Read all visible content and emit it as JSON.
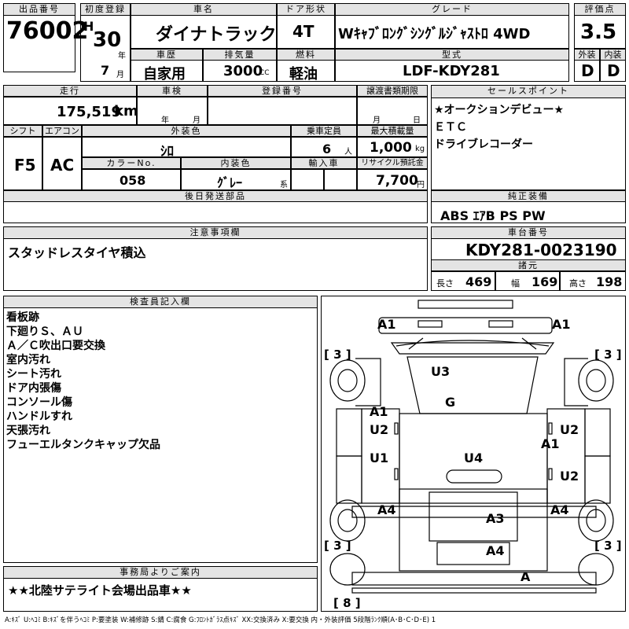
{
  "header": {
    "lot_no_label": "出品番号",
    "lot_no": "76002",
    "first_reg_label": "初度登録",
    "era": "H",
    "year": "30",
    "year_unit": "年",
    "month": "7",
    "month_unit": "月",
    "car_name_label": "車名",
    "car_name": "ダイナトラック",
    "door_label": "ドア形状",
    "door": "4T",
    "grade_label": "グレード",
    "grade": "Wｷｬﾌﾞﾛﾝｸﾞｼﾝｸﾞﾙｼﾞｬｽﾄﾛ 4WD",
    "score_label": "評価点",
    "score": "3.5",
    "ext_label": "外装",
    "ext": "D",
    "int_label": "内装",
    "int": "D",
    "history_label": "車歴",
    "history": "自家用",
    "displacement_label": "排気量",
    "displacement": "3000",
    "cc": "CC",
    "fuel_label": "燃料",
    "fuel": "軽油",
    "model_label": "型式",
    "model": "LDF-KDY281"
  },
  "row2": {
    "mileage_label": "走行",
    "mileage": "175,519",
    "km": "km",
    "inspection_label": "車検",
    "year_unit": "年",
    "month_unit": "月",
    "regno_label": "登録番号",
    "transfer_label": "譲渡書類期限",
    "day_unit": "日",
    "shift_label": "シフト",
    "shift": "F5",
    "ac_label": "エアコン",
    "ac": "AC",
    "exterior_color_label": "外装色",
    "exterior_color": "ｼﾛ",
    "capacity_label": "乗車定員",
    "capacity": "6",
    "capacity_unit": "人",
    "max_load_label": "最大積載量",
    "max_load": "1,000",
    "kg": "kg",
    "color_no_label": "カラーNo.",
    "color_no": "058",
    "interior_color_label": "内装色",
    "interior_color": "ｸﾞﾚｰ",
    "interior_suffix": "系",
    "import_label": "輸入車",
    "recycle_label": "リサイクル預託金",
    "recycle": "7,700",
    "yen": "円",
    "later_parts_label": "後日発送部品"
  },
  "sales_points": {
    "label": "セールスポイント",
    "items": [
      "★オークションデビュー★",
      "ＥＴＣ",
      "ドライブレコーダー"
    ]
  },
  "genuine": {
    "label": "純正装備",
    "value": "ABS ｴｱB PS PW"
  },
  "notes": {
    "label": "注意事項欄",
    "value": "スタッドレスタイヤ積込"
  },
  "chassis": {
    "label": "車台番号",
    "value": "KDY281-0023190",
    "spec_label": "諸元",
    "length_label": "長さ",
    "length": "469",
    "width_label": "幅",
    "width": "169",
    "height_label": "高さ",
    "height": "198"
  },
  "inspector": {
    "label": "検査員記入欄",
    "items": [
      "看板跡",
      "下廻りＳ、ＡＵ",
      "Ａ／Ｃ吹出口要交換",
      "室内汚れ",
      "シート汚れ",
      "ドア内張傷",
      "コンソール傷",
      "ハンドルすれ",
      "天張汚れ",
      "フューエルタンクキャップ欠品"
    ]
  },
  "office": {
    "label": "事務局よりご案内",
    "value": "★★北陸サテライト会場出品車★★"
  },
  "diagram": {
    "marks": {
      "a1_fl": "A1",
      "a1_fr": "A1",
      "bracket_l1": "[ 3 ]",
      "bracket_r1": "[ 3 ]",
      "u3": "U3",
      "g": "G",
      "a1_ld": "A1",
      "u2_ld": "U2",
      "u2_rd": "U2",
      "a1_rd": "A1",
      "u1": "U1",
      "u4": "U4",
      "u2_rr": "U2",
      "a4_l": "A4",
      "a4_r": "A4",
      "a3": "A3",
      "bracket_l2": "[ 3 ]",
      "bracket_r2": "[ 3 ]",
      "a4_bed": "A4",
      "a_tail": "A",
      "bracket_b": "[ 8 ]"
    }
  },
  "legend": "A:ｷｽﾞ U:ﾍｺﾐ B:ｷｽﾞを伴うﾍｺﾐ P:要塗装 W:補修跡 S:錆 C:腐食 G:ﾌﾛﾝﾄｶﾞﾗｽ点ｷｽﾞ XX:交換済み X:要交換  内・外装評価 5段階ﾗﾝｸ順(A･B･C･D･E) 1"
}
